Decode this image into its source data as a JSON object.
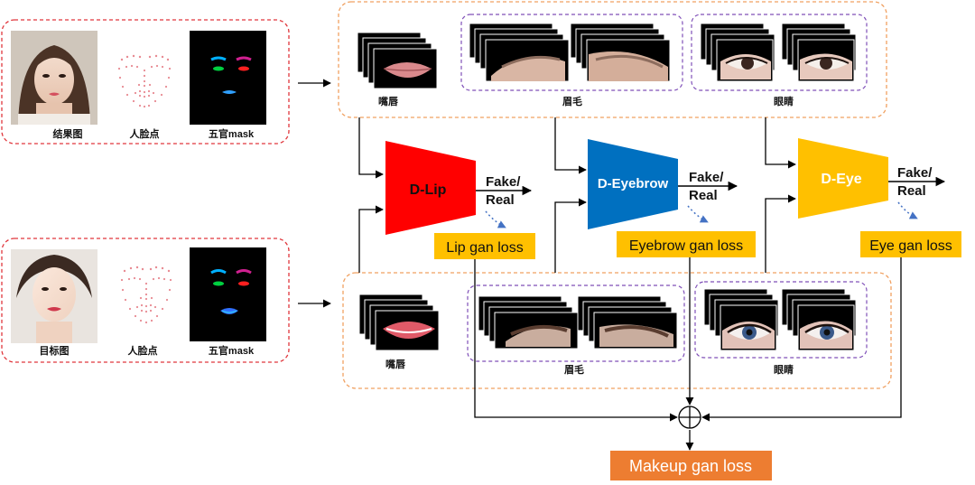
{
  "top_row": {
    "captions": [
      "结果图",
      "人脸点",
      "五官mask"
    ],
    "groups": {
      "lip": "嘴唇",
      "eyebrow": "眉毛",
      "eye": "眼睛"
    }
  },
  "bottom_row": {
    "captions": [
      "目标图",
      "人脸点",
      "五官mask"
    ],
    "groups": {
      "lip": "嘴唇",
      "eyebrow": "眉毛",
      "eye": "眼睛"
    }
  },
  "discriminators": [
    {
      "name": "D-Lip",
      "color": "#ff0000",
      "output_line1": "Fake/",
      "output_line2": "Real",
      "loss": "Lip gan loss"
    },
    {
      "name": "D-Eyebrow",
      "color": "#0070c0",
      "output_line1": "Fake/",
      "output_line2": "Real",
      "loss": "Eyebrow gan loss"
    },
    {
      "name": "D-Eye",
      "color": "#ffc000",
      "output_line1": "Fake/",
      "output_line2": "Real",
      "loss": "Eye gan loss"
    }
  ],
  "total_loss": {
    "label": "Makeup gan loss",
    "color": "#ed7d31"
  },
  "colors": {
    "red_dashed": "#e0363c",
    "orange_dashed": "#f0a060",
    "purple_dashed": "#7f4fb8",
    "loss_box": "#ffc000",
    "arrow_blue": "#4472c4"
  }
}
